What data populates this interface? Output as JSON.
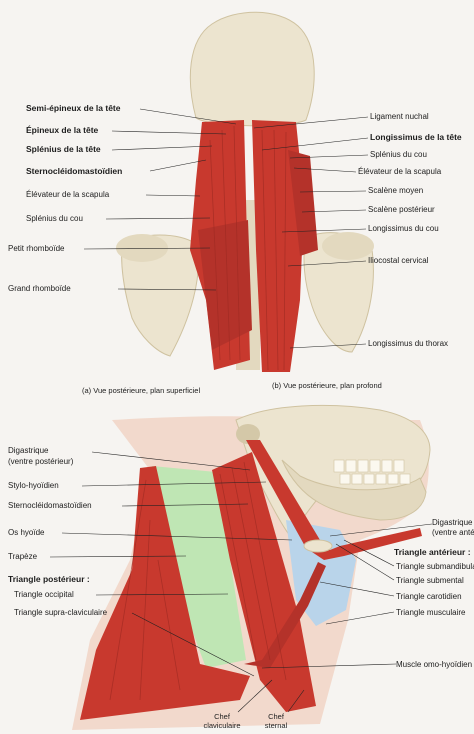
{
  "panel_top": {
    "left_labels": [
      {
        "text": "Semi-épineux de la tête",
        "bold": true
      },
      {
        "text": "Épineux de la tête",
        "bold": true
      },
      {
        "text": "Splénius de la tête",
        "bold": true
      },
      {
        "text": "Sternocléidomastoïdien",
        "bold": true
      },
      {
        "text": "Élévateur de la scapula",
        "bold": false
      },
      {
        "text": "Splénius du cou",
        "bold": false
      },
      {
        "text": "Petit rhomboïde",
        "bold": false
      },
      {
        "text": "Grand rhomboïde",
        "bold": false
      }
    ],
    "right_labels": [
      {
        "text": "Ligament nuchal",
        "bold": false
      },
      {
        "text": "Longissimus de la tête",
        "bold": true
      },
      {
        "text": "Splénius du cou",
        "bold": false
      },
      {
        "text": "Élévateur de la scapula",
        "bold": false
      },
      {
        "text": "Scalène moyen",
        "bold": false
      },
      {
        "text": "Scalène postérieur",
        "bold": false
      },
      {
        "text": "Longissimus du cou",
        "bold": false
      },
      {
        "text": "Iliocostal cervical",
        "bold": false
      },
      {
        "text": "Longissimus du thorax",
        "bold": false
      }
    ],
    "caption_a": "(a) Vue postérieure, plan superficiel",
    "caption_b": "(b) Vue postérieure, plan profond"
  },
  "panel_bottom": {
    "left_labels": [
      {
        "text": "Digastrique",
        "bold": false
      },
      {
        "text": "(ventre postérieur)",
        "bold": false
      },
      {
        "text": "Stylo-hyoïdien",
        "bold": false
      },
      {
        "text": "Sternocléidomastoïdien",
        "bold": false
      },
      {
        "text": "Os hyoïde",
        "bold": false
      },
      {
        "text": "Trapèze",
        "bold": false
      },
      {
        "text": "Triangle postérieur :",
        "bold": true
      },
      {
        "text": "Triangle occipital",
        "bold": false
      },
      {
        "text": "Triangle supra-claviculaire",
        "bold": false
      }
    ],
    "right_labels": [
      {
        "text": "Digastrique",
        "bold": false
      },
      {
        "text": "(ventre antérieur)",
        "bold": false
      },
      {
        "text": "Triangle antérieur :",
        "bold": true
      },
      {
        "text": "Triangle submandibulaire",
        "bold": false
      },
      {
        "text": "Triangle submental",
        "bold": false
      },
      {
        "text": "Triangle carotidien",
        "bold": false
      },
      {
        "text": "Triangle musculaire",
        "bold": false
      },
      {
        "text": "Muscle omo-hyoïdien",
        "bold": false
      }
    ],
    "chef_clav": "Chef claviculaire",
    "chef_sternal": "Chef sternal"
  },
  "colors": {
    "muscle": "#c8392e",
    "muscle_dark": "#9e2a22",
    "bone": "#ece4cf",
    "bone_shadow": "#d4c8a8",
    "skin": "#f2d9cc",
    "triangle_green": "#bfe6b4",
    "triangle_blue": "#b9d4ea"
  }
}
